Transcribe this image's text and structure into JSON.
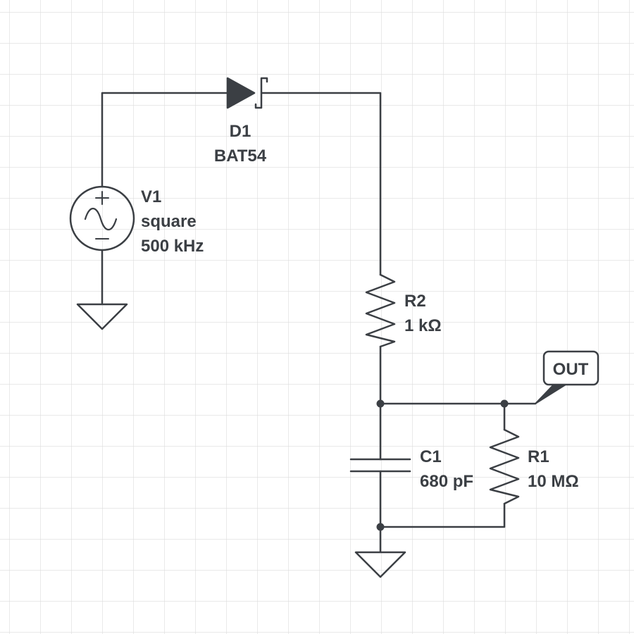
{
  "colors": {
    "wire": "#3b3f44",
    "grid": "#dcdcdc",
    "background": "#ffffff"
  },
  "components": {
    "v1": {
      "ref": "V1",
      "type": "square",
      "freq": "500 kHz",
      "icon": "ac-voltage-source-icon"
    },
    "d1": {
      "ref": "D1",
      "part": "BAT54",
      "icon": "schottky-diode-icon"
    },
    "r2": {
      "ref": "R2",
      "value": "1 kΩ",
      "icon": "resistor-icon"
    },
    "c1": {
      "ref": "C1",
      "value": "680 pF",
      "icon": "capacitor-icon"
    },
    "r1": {
      "ref": "R1",
      "value": "10 MΩ",
      "icon": "resistor-icon"
    }
  },
  "net_label": {
    "text": "OUT",
    "icon": "net-label-flag-icon"
  },
  "grounds": [
    "ground-icon",
    "ground-icon"
  ]
}
